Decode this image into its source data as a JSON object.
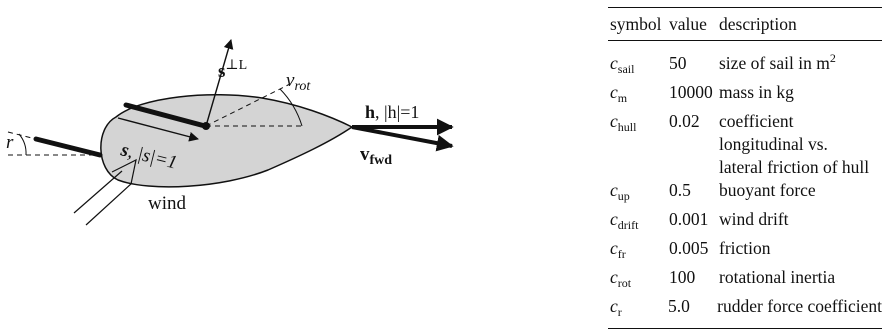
{
  "figure": {
    "labels": {
      "r": "r",
      "s_perp_main": "s",
      "s_perp_sup": "⊥L",
      "v_rot_main": "v",
      "v_rot_sub": "rot",
      "s_vec": "s",
      "s_norm": ", |s|=1",
      "h_vec": "h",
      "h_norm": ", |h|=1",
      "v_fwd_main": "v",
      "v_fwd_sub": "fwd",
      "wind": "wind"
    }
  },
  "table": {
    "headers": {
      "symbol": "symbol",
      "value": "value",
      "description": "description"
    },
    "rows": [
      {
        "sym": "c",
        "sub": "sail",
        "value": "50",
        "desc": "size of sail in m",
        "desc_sup": "2"
      },
      {
        "sym": "c",
        "sub": "m",
        "value": "10000",
        "desc": "mass in kg"
      },
      {
        "sym": "c",
        "sub": "hull",
        "value": "0.02",
        "desc": "coefficient longitudinal vs.",
        "desc2": "lateral friction of hull"
      },
      {
        "sym": "c",
        "sub": "up",
        "value": "0.5",
        "desc": "buoyant force"
      },
      {
        "sym": "c",
        "sub": "drift",
        "value": "0.001",
        "desc": "wind drift"
      },
      {
        "sym": "c",
        "sub": "fr",
        "value": "0.005",
        "desc": "friction"
      },
      {
        "sym": "c",
        "sub": "rot",
        "value": "100",
        "desc": "rotational inertia"
      },
      {
        "sym": "c",
        "sub": "r",
        "value": "5.0",
        "desc": "rudder force coefficient"
      }
    ]
  }
}
